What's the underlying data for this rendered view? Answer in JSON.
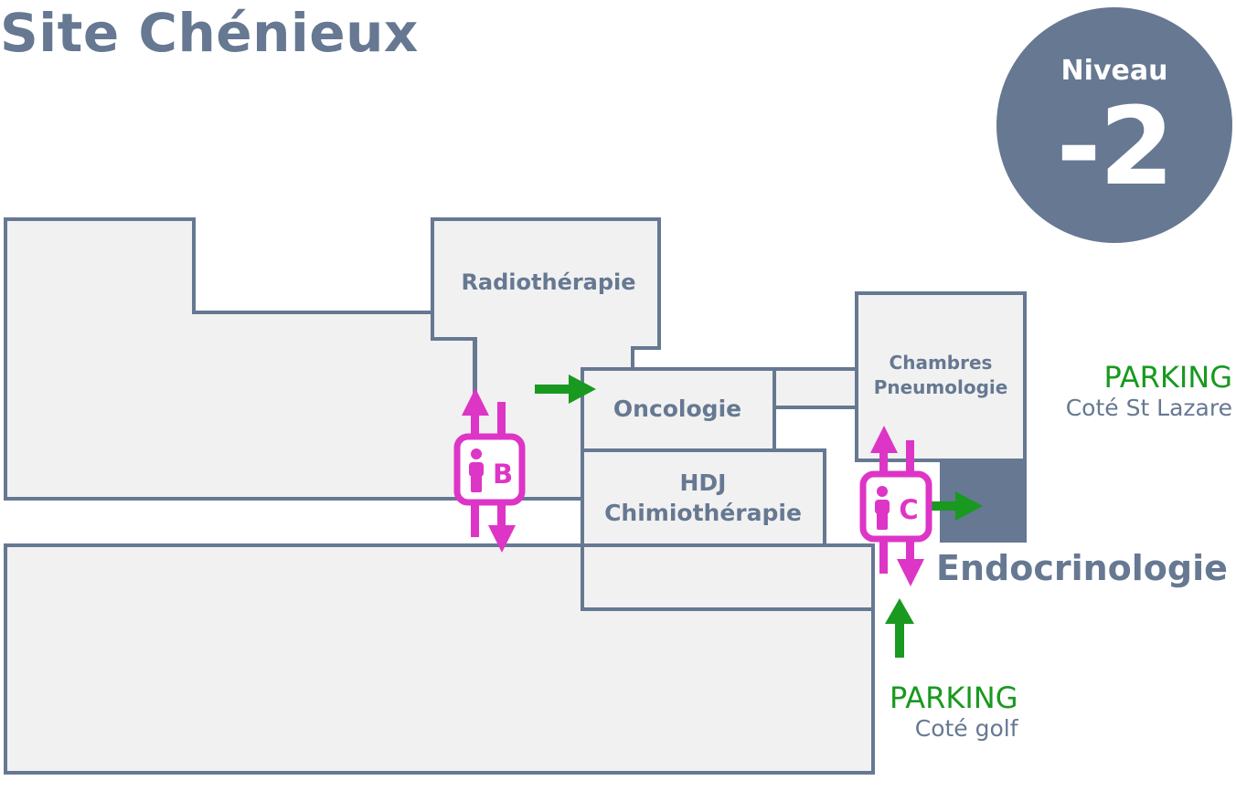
{
  "site_title": "Site Chénieux",
  "level": {
    "label": "Niveau",
    "value": "-2"
  },
  "rooms": {
    "radiotherapie": "Radiothérapie",
    "oncologie": "Oncologie",
    "hdj_line1": "HDJ",
    "hdj_line2": "Chimiothérapie",
    "chambres_line1": "Chambres",
    "chambres_line2": "Pneumologie",
    "endocrinologie": "Endocrinologie"
  },
  "elevators": {
    "b": "B",
    "c": "C"
  },
  "parkings": {
    "lazare": {
      "title": "PARKING",
      "subtitle": "Coté St Lazare"
    },
    "golf": {
      "title": "PARKING",
      "subtitle": "Coté golf"
    }
  },
  "colors": {
    "building": "#667892",
    "floor": "#f1f1f1",
    "elevator": "#dd35c6",
    "access": "#19991f"
  },
  "icons": {
    "elevator": "person-in-elevator-icon",
    "access_arrow": "arrow-icon"
  }
}
